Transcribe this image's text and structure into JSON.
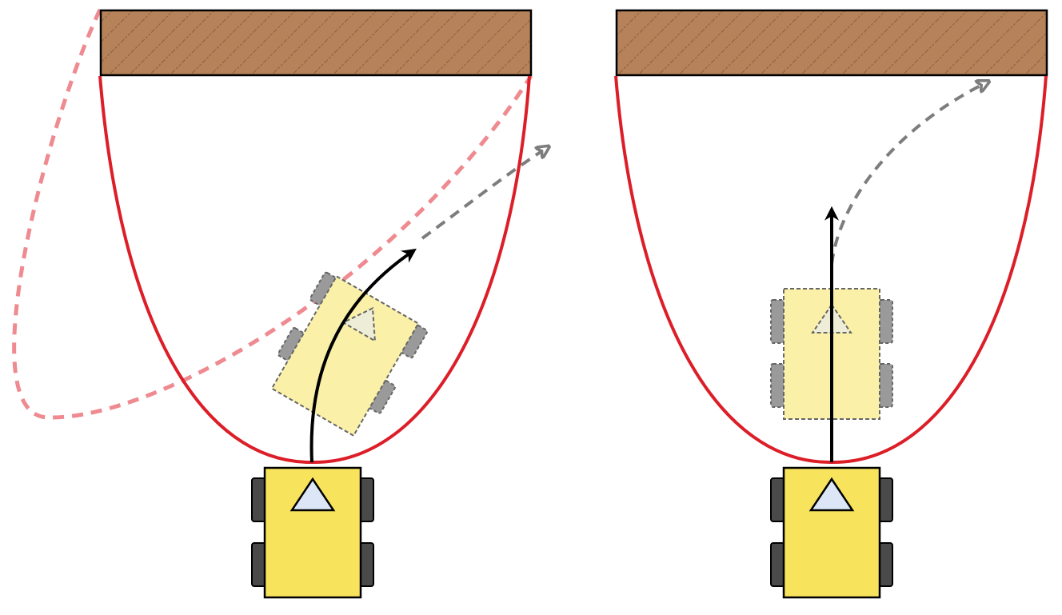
{
  "panels": [
    {
      "name": "left-panel",
      "mode": "turning"
    },
    {
      "name": "right-panel",
      "mode": "straight"
    }
  ],
  "colors": {
    "wall_fill": "#b5825a",
    "wall_hatch": "#8a5f3f",
    "boundary": "#dc1e28",
    "boundary_faded": "#ee8a90",
    "robot_body": "#f7e35c",
    "robot_ghost": "#faf0a8",
    "wheel": "#4a4a4a",
    "wheel_ghost": "#9a9a9a",
    "heading_marker": "#dce6f6",
    "trajectory": "#000000",
    "predicted_trajectory": "#7d7d7d"
  },
  "icons": {
    "obstacle": "hatched-wall",
    "robot": "four-wheeled-robot",
    "heading": "triangle-arrow",
    "safe_region": "u-shaped-boundary"
  }
}
